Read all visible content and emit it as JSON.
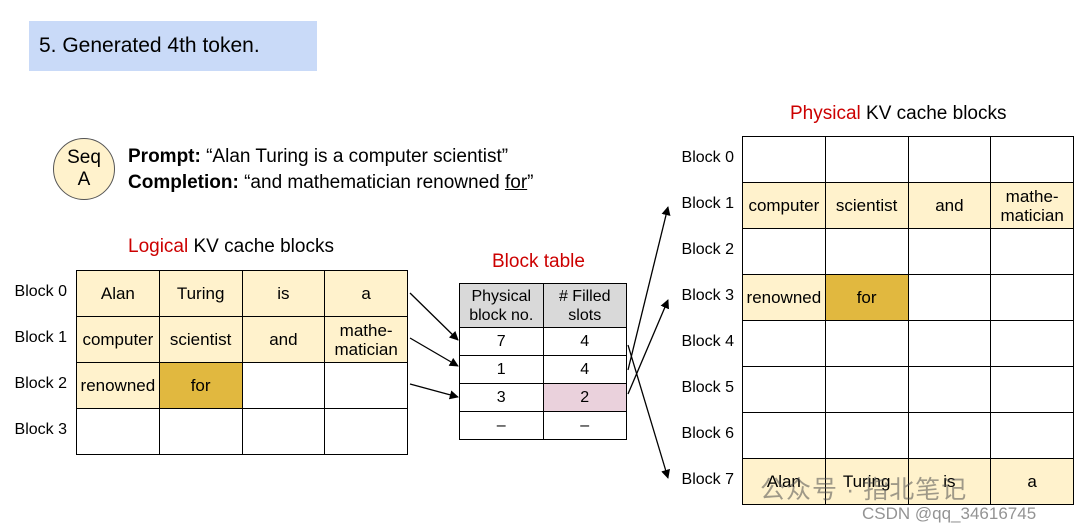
{
  "title": "5. Generated 4th token.",
  "sequence": {
    "label_line1": "Seq",
    "label_line2": "A",
    "prompt_label": "Prompt:",
    "prompt_text": " “Alan Turing is a computer scientist”",
    "completion_label": "Completion:",
    "completion_text": " “and mathematician renowned ",
    "completion_last": "for",
    "completion_close": "”"
  },
  "logical": {
    "heading_red": "Logical",
    "heading_rest": " KV cache blocks",
    "row_labels": [
      "Block 0",
      "Block 1",
      "Block 2",
      "Block 3"
    ],
    "rows": [
      [
        "Alan",
        "Turing",
        "is",
        "a"
      ],
      [
        "computer",
        "scientist",
        "and",
        "mathe-\nmatician"
      ],
      [
        "renowned",
        "for",
        "",
        ""
      ],
      [
        "",
        "",
        "",
        ""
      ]
    ]
  },
  "block_table": {
    "heading": "Block table",
    "col1_line1": "Physical",
    "col1_line2": "block no.",
    "col2_line1": "# Filled",
    "col2_line2": "slots",
    "rows": [
      [
        "7",
        "4"
      ],
      [
        "1",
        "4"
      ],
      [
        "3",
        "2"
      ],
      [
        "–",
        "–"
      ]
    ]
  },
  "physical": {
    "heading_red": "Physical",
    "heading_rest": " KV cache blocks",
    "row_labels": [
      "Block 0",
      "Block 1",
      "Block 2",
      "Block 3",
      "Block 4",
      "Block 5",
      "Block 6",
      "Block 7"
    ],
    "rows": [
      [
        "",
        "",
        "",
        ""
      ],
      [
        "computer",
        "scientist",
        "and",
        "mathe-\nmatician"
      ],
      [
        "",
        "",
        "",
        ""
      ],
      [
        "renowned",
        "for",
        "",
        ""
      ],
      [
        "",
        "",
        "",
        ""
      ],
      [
        "",
        "",
        "",
        ""
      ],
      [
        "",
        "",
        "",
        ""
      ],
      [
        "Alan",
        "Turing",
        "is",
        "a"
      ]
    ]
  },
  "colors": {
    "filled": "#fff2cc",
    "new_token": "#e1b83f",
    "updated_count": "#ead1dc",
    "highlight_red": "#cc0000",
    "title_bg": "#c9daf8"
  },
  "watermark": "公众号 · 指北笔记",
  "credit": "CSDN @qq_34616745"
}
